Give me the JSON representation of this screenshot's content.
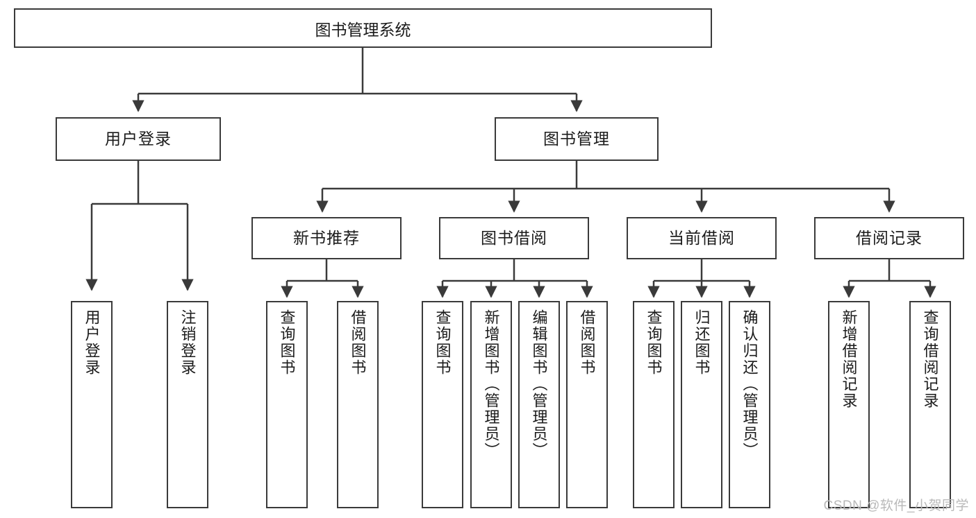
{
  "diagram": {
    "title": "图书管理系统",
    "type": "tree",
    "watermark": "CSDN @软件_小贺同学",
    "colors": {
      "stroke": "#3a3a3a",
      "fill": "#ffffff",
      "text": "#1b1b1b",
      "watermark": "#b9b9b9"
    },
    "root": {
      "label": "图书管理系统"
    },
    "level2": [
      {
        "label": "用户登录"
      },
      {
        "label": "图书管理"
      }
    ],
    "level3": [
      {
        "label": "新书推荐"
      },
      {
        "label": "图书借阅"
      },
      {
        "label": "当前借阅"
      },
      {
        "label": "借阅记录"
      }
    ],
    "leaves": {
      "user_login": [
        {
          "label": "用户登录"
        },
        {
          "label": "注销登录"
        }
      ],
      "new_book_recommend": [
        {
          "label": "查询图书"
        },
        {
          "label": "借阅图书"
        }
      ],
      "book_borrow": [
        {
          "label": "查询图书"
        },
        {
          "label": "新增图书（管理员）"
        },
        {
          "label": "编辑图书（管理员）"
        },
        {
          "label": "借阅图书"
        }
      ],
      "current_borrow": [
        {
          "label": "查询图书"
        },
        {
          "label": "归还图书"
        },
        {
          "label": "确认归还（管理员）"
        }
      ],
      "borrow_record": [
        {
          "label": "新增借阅记录"
        },
        {
          "label": "查询借阅记录"
        }
      ]
    }
  }
}
